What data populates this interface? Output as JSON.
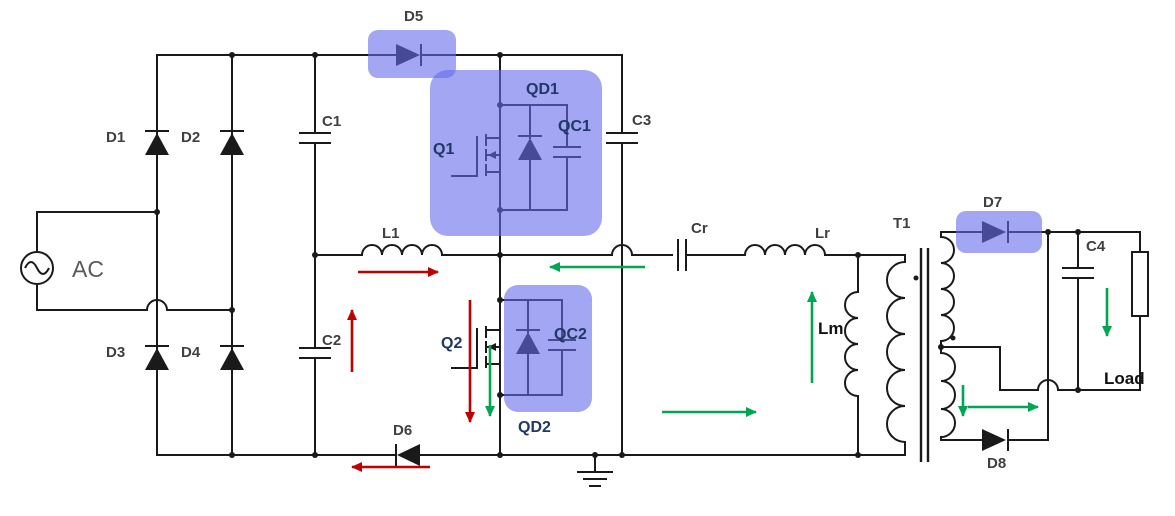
{
  "figure": {
    "type": "circuit-schematic",
    "description": "AC-DC converter: diode bridge front end with totem-pole half-bridge switches and LLC resonant tank driving a center-tapped transformer rectifier into a load",
    "highlighted_components": [
      "D5",
      "Q1 / QD1 / QC1",
      "QD2 / QC2",
      "D7"
    ],
    "current_paths": {
      "red": [
        "right through L1",
        "up beside C2",
        "down at Q2 gate branch",
        "left through D6 return"
      ],
      "green": [
        "left toward half-bridge midpoint",
        "down through Q2 branch",
        "right along bottom rail",
        "up through Lm",
        "down secondary winding",
        "right toward D8",
        "down through output into Load"
      ]
    }
  },
  "labels": {
    "ac": "AC",
    "d1": "D1",
    "d2": "D2",
    "d3": "D3",
    "d4": "D4",
    "d5": "D5",
    "d6": "D6",
    "d7": "D7",
    "d8": "D8",
    "c1": "C1",
    "c2": "C2",
    "c3": "C3",
    "c4": "C4",
    "q1": "Q1",
    "q2": "Q2",
    "qd1": "QD1",
    "qd2": "QD2",
    "qc1": "QC1",
    "qc2": "QC2",
    "l1": "L1",
    "lr": "Lr",
    "lm": "Lm",
    "cr": "Cr",
    "t1": "T1",
    "load": "Load"
  },
  "colors": {
    "wire": "#1a1a1a",
    "highlight": "rgba(100,106,235,0.6)",
    "red": "#C00000",
    "green": "#00A651",
    "label_gray": "#404040",
    "label_navy": "#1F3864",
    "label_ac": "#595959"
  }
}
